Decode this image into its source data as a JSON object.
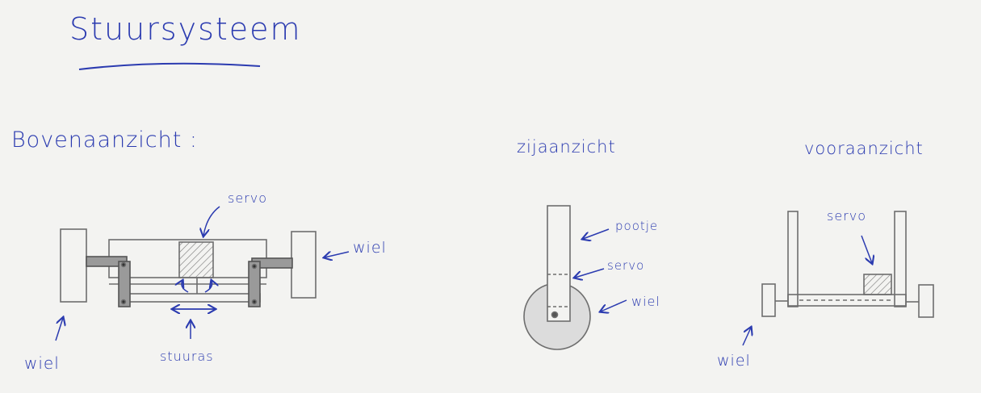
{
  "title": "Stuursysteem",
  "views": {
    "top": "Bovenaanzicht :",
    "side": "zijaanzicht",
    "front": "vooraanzicht"
  },
  "labels": {
    "servo_top": "servo",
    "wiel_top_right": "wiel",
    "wiel_top_left": "wiel",
    "stuuras": "stuuras",
    "pootje": "pootje",
    "servo_side": "servo",
    "wiel_side": "wiel",
    "servo_front": "servo",
    "wiel_front": "wiel"
  },
  "colors": {
    "ink": "#2b3bb0",
    "pencil": "#6e6e6e",
    "paper": "#f3f3f1"
  }
}
